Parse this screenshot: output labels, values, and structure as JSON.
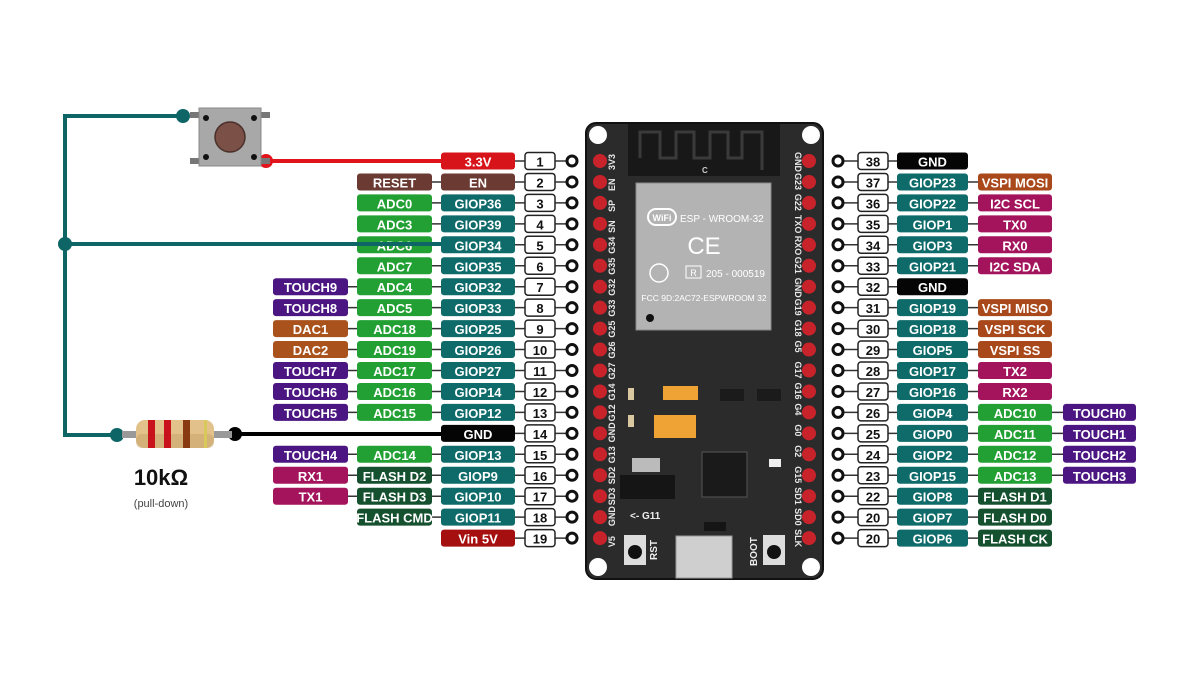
{
  "colors": {
    "power": "#d7141a",
    "reset": "#6b3a33",
    "adc": "#22a033",
    "gpio": "#0f6a6a",
    "touch": "#4b1682",
    "dac": "#a9521c",
    "uart": "#a3145c",
    "flash": "#15512f",
    "gnd": "#050505",
    "vin": "#a50f0f",
    "spi": "#a9481a",
    "i2c": "#a3145c",
    "wire_signal": "#0d6565",
    "wire_power": "#e0141a",
    "wire_gnd": "#000000",
    "board": "#2b2b2b",
    "pad": "#c8232b"
  },
  "left_pins": [
    {
      "num": "1",
      "labels": [
        {
          "t": "3.3V",
          "k": "power"
        }
      ]
    },
    {
      "num": "2",
      "labels": [
        {
          "t": "EN",
          "k": "reset"
        },
        {
          "t": "RESET",
          "k": "reset"
        }
      ]
    },
    {
      "num": "3",
      "labels": [
        {
          "t": "GIOP36",
          "k": "gpio"
        },
        {
          "t": "ADC0",
          "k": "adc"
        }
      ]
    },
    {
      "num": "4",
      "labels": [
        {
          "t": "GIOP39",
          "k": "gpio"
        },
        {
          "t": "ADC3",
          "k": "adc"
        }
      ]
    },
    {
      "num": "5",
      "labels": [
        {
          "t": "GIOP34",
          "k": "gpio"
        },
        {
          "t": "ADC6",
          "k": "adc"
        }
      ]
    },
    {
      "num": "6",
      "labels": [
        {
          "t": "GIOP35",
          "k": "gpio"
        },
        {
          "t": "ADC7",
          "k": "adc"
        }
      ]
    },
    {
      "num": "7",
      "labels": [
        {
          "t": "GIOP32",
          "k": "gpio"
        },
        {
          "t": "ADC4",
          "k": "adc"
        },
        {
          "t": "TOUCH9",
          "k": "touch"
        }
      ]
    },
    {
      "num": "8",
      "labels": [
        {
          "t": "GIOP33",
          "k": "gpio"
        },
        {
          "t": "ADC5",
          "k": "adc"
        },
        {
          "t": "TOUCH8",
          "k": "touch"
        }
      ]
    },
    {
      "num": "9",
      "labels": [
        {
          "t": "GIOP25",
          "k": "gpio"
        },
        {
          "t": "ADC18",
          "k": "adc"
        },
        {
          "t": "DAC1",
          "k": "dac"
        }
      ]
    },
    {
      "num": "10",
      "labels": [
        {
          "t": "GIOP26",
          "k": "gpio"
        },
        {
          "t": "ADC19",
          "k": "adc"
        },
        {
          "t": "DAC2",
          "k": "dac"
        }
      ]
    },
    {
      "num": "11",
      "labels": [
        {
          "t": "GIOP27",
          "k": "gpio"
        },
        {
          "t": "ADC17",
          "k": "adc"
        },
        {
          "t": "TOUCH7",
          "k": "touch"
        }
      ]
    },
    {
      "num": "12",
      "labels": [
        {
          "t": "GIOP14",
          "k": "gpio"
        },
        {
          "t": "ADC16",
          "k": "adc"
        },
        {
          "t": "TOUCH6",
          "k": "touch"
        }
      ]
    },
    {
      "num": "13",
      "labels": [
        {
          "t": "GIOP12",
          "k": "gpio"
        },
        {
          "t": "ADC15",
          "k": "adc"
        },
        {
          "t": "TOUCH5",
          "k": "touch"
        }
      ]
    },
    {
      "num": "14",
      "labels": [
        {
          "t": "GND",
          "k": "gnd"
        }
      ]
    },
    {
      "num": "15",
      "labels": [
        {
          "t": "GIOP13",
          "k": "gpio"
        },
        {
          "t": "ADC14",
          "k": "adc"
        },
        {
          "t": "TOUCH4",
          "k": "touch"
        }
      ]
    },
    {
      "num": "16",
      "labels": [
        {
          "t": "GIOP9",
          "k": "gpio"
        },
        {
          "t": "FLASH D2",
          "k": "flash"
        },
        {
          "t": "RX1",
          "k": "uart"
        }
      ]
    },
    {
      "num": "17",
      "labels": [
        {
          "t": "GIOP10",
          "k": "gpio"
        },
        {
          "t": "FLASH D3",
          "k": "flash"
        },
        {
          "t": "TX1",
          "k": "uart"
        }
      ]
    },
    {
      "num": "18",
      "labels": [
        {
          "t": "GIOP11",
          "k": "gpio"
        },
        {
          "t": "FLASH CMD",
          "k": "flash"
        }
      ]
    },
    {
      "num": "19",
      "labels": [
        {
          "t": "Vin 5V",
          "k": "vin"
        }
      ]
    }
  ],
  "right_pins": [
    {
      "num": "38",
      "labels": [
        {
          "t": "GND",
          "k": "gnd"
        }
      ]
    },
    {
      "num": "37",
      "labels": [
        {
          "t": "GIOP23",
          "k": "gpio"
        },
        {
          "t": "VSPI MOSI",
          "k": "spi"
        }
      ]
    },
    {
      "num": "36",
      "labels": [
        {
          "t": "GIOP22",
          "k": "gpio"
        },
        {
          "t": "I2C SCL",
          "k": "i2c"
        }
      ]
    },
    {
      "num": "35",
      "labels": [
        {
          "t": "GIOP1",
          "k": "gpio"
        },
        {
          "t": "TX0",
          "k": "uart"
        }
      ]
    },
    {
      "num": "34",
      "labels": [
        {
          "t": "GIOP3",
          "k": "gpio"
        },
        {
          "t": "RX0",
          "k": "uart"
        }
      ]
    },
    {
      "num": "33",
      "labels": [
        {
          "t": "GIOP21",
          "k": "gpio"
        },
        {
          "t": "I2C SDA",
          "k": "i2c"
        }
      ]
    },
    {
      "num": "32",
      "labels": [
        {
          "t": "GND",
          "k": "gnd"
        }
      ]
    },
    {
      "num": "31",
      "labels": [
        {
          "t": "GIOP19",
          "k": "gpio"
        },
        {
          "t": "VSPI MISO",
          "k": "spi"
        }
      ]
    },
    {
      "num": "30",
      "labels": [
        {
          "t": "GIOP18",
          "k": "gpio"
        },
        {
          "t": "VSPI SCK",
          "k": "spi"
        }
      ]
    },
    {
      "num": "29",
      "labels": [
        {
          "t": "GIOP5",
          "k": "gpio"
        },
        {
          "t": "VSPI SS",
          "k": "spi"
        }
      ]
    },
    {
      "num": "28",
      "labels": [
        {
          "t": "GIOP17",
          "k": "gpio"
        },
        {
          "t": "TX2",
          "k": "uart"
        }
      ]
    },
    {
      "num": "27",
      "labels": [
        {
          "t": "GIOP16",
          "k": "gpio"
        },
        {
          "t": "RX2",
          "k": "uart"
        }
      ]
    },
    {
      "num": "26",
      "labels": [
        {
          "t": "GIOP4",
          "k": "gpio"
        },
        {
          "t": "ADC10",
          "k": "adc"
        },
        {
          "t": "TOUCH0",
          "k": "touch"
        }
      ]
    },
    {
      "num": "25",
      "labels": [
        {
          "t": "GIOP0",
          "k": "gpio"
        },
        {
          "t": "ADC11",
          "k": "adc"
        },
        {
          "t": "TOUCH1",
          "k": "touch"
        }
      ]
    },
    {
      "num": "24",
      "labels": [
        {
          "t": "GIOP2",
          "k": "gpio"
        },
        {
          "t": "ADC12",
          "k": "adc"
        },
        {
          "t": "TOUCH2",
          "k": "touch"
        }
      ]
    },
    {
      "num": "23",
      "labels": [
        {
          "t": "GIOP15",
          "k": "gpio"
        },
        {
          "t": "ADC13",
          "k": "adc"
        },
        {
          "t": "TOUCH3",
          "k": "touch"
        }
      ]
    },
    {
      "num": "22",
      "labels": [
        {
          "t": "GIOP8",
          "k": "gpio"
        },
        {
          "t": "FLASH D1",
          "k": "flash"
        }
      ]
    },
    {
      "num": "20",
      "labels": [
        {
          "t": "GIOP7",
          "k": "gpio"
        },
        {
          "t": "FLASH D0",
          "k": "flash"
        }
      ]
    },
    {
      "num": "20",
      "labels": [
        {
          "t": "GIOP6",
          "k": "gpio"
        },
        {
          "t": "FLASH CK",
          "k": "flash"
        }
      ]
    }
  ],
  "board": {
    "left_silk": [
      "3V3",
      "EN",
      "SP",
      "SN",
      "G34",
      "G35",
      "G32",
      "G33",
      "G25",
      "G26",
      "G27",
      "G14",
      "G12",
      "GND",
      "G13",
      "SD2",
      "SD3",
      "GND",
      "V5"
    ],
    "right_silk": [
      "GND",
      "G23",
      "G22",
      "TXO",
      "RXO",
      "G21",
      "GND",
      "G19",
      "G18",
      "G5",
      "G17",
      "G16",
      "G4",
      "G0",
      "G2",
      "G15",
      "SD1",
      "SD0",
      "SLK"
    ],
    "module_name": "ESP - WROOM-32",
    "wifi_logo": "WiFi",
    "ce_mark": "CE",
    "reg_code": "205 - 000519",
    "reg_mark": "R",
    "fcc_id": "FCC 9D:2AC72-ESPWROOM 32",
    "antenna_mark": "C",
    "g11_label": "<- G11",
    "rst_label": "RST",
    "boot_label": "BOOT"
  },
  "circuit": {
    "resistor_value": "10kΩ",
    "resistor_note": "(pull-down)",
    "resistor_bands": [
      "#c8121c",
      "#c8121c",
      "#8a3a10",
      "#d9c85a"
    ]
  }
}
